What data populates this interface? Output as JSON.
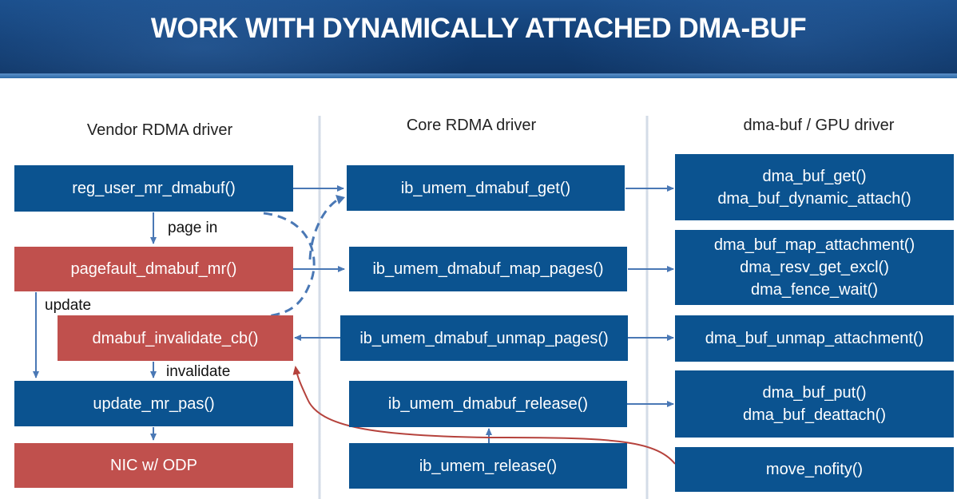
{
  "title": "WORK WITH DYNAMICALLY ATTACHED DMA-BUF",
  "columns": {
    "vendor": "Vendor RDMA driver",
    "core": "Core RDMA driver",
    "dmabuf": "dma-buf / GPU driver"
  },
  "vendor_boxes": {
    "reg_user_mr": "reg_user_mr_dmabuf()",
    "pagefault": "pagefault_dmabuf_mr()",
    "invalidate_cb": "dmabuf_invalidate_cb()",
    "update_mr_pas": "update_mr_pas()",
    "nic_odp": "NIC w/ ODP"
  },
  "core_boxes": {
    "get": "ib_umem_dmabuf_get()",
    "map_pages": "ib_umem_dmabuf_map_pages()",
    "unmap_pages": "ib_umem_dmabuf_unmap_pages()",
    "release": "ib_umem_dmabuf_release()",
    "umem_release": "ib_umem_release()"
  },
  "dmabuf_boxes": {
    "get": [
      "dma_buf_get()",
      "dma_buf_dynamic_attach()"
    ],
    "map": [
      "dma_buf_map_attachment()",
      "dma_resv_get_excl()",
      "dma_fence_wait()"
    ],
    "unmap": "dma_buf_unmap_attachment()",
    "put": [
      "dma_buf_put()",
      "dma_buf_deattach()"
    ],
    "move_notify": "move_nofity()"
  },
  "labels": {
    "page_in": "page in",
    "update": "update",
    "invalidate": "invalidate"
  },
  "colors": {
    "box_blue": "#0b5390",
    "box_red": "#c0504d",
    "arrow": "#4a78b5",
    "notify_arrow": "#b5423c"
  }
}
